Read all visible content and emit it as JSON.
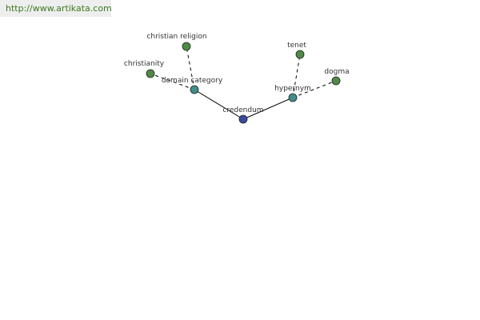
{
  "source_url": "http://www.artikata.com",
  "colors": {
    "root": "#3a4aa0",
    "relation": "#3f8f8a",
    "leaf": "#4f8a46",
    "edge": "#000000"
  },
  "graph": {
    "nodes": [
      {
        "id": "credendum",
        "label": "credendum",
        "kind": "root"
      },
      {
        "id": "domain_category",
        "label": "domain category",
        "kind": "relation"
      },
      {
        "id": "hypernym",
        "label": "hypernym",
        "kind": "relation"
      },
      {
        "id": "christian_religion",
        "label": "christian religion",
        "kind": "leaf"
      },
      {
        "id": "christianity",
        "label": "christianity",
        "kind": "leaf"
      },
      {
        "id": "tenet",
        "label": "tenet",
        "kind": "leaf"
      },
      {
        "id": "dogma",
        "label": "dogma",
        "kind": "leaf"
      }
    ],
    "edges": [
      {
        "from": "credendum",
        "to": "domain_category",
        "style": "solid"
      },
      {
        "from": "credendum",
        "to": "hypernym",
        "style": "solid"
      },
      {
        "from": "domain_category",
        "to": "christian_religion",
        "style": "dashed"
      },
      {
        "from": "domain_category",
        "to": "christianity",
        "style": "dashed"
      },
      {
        "from": "hypernym",
        "to": "tenet",
        "style": "dashed"
      },
      {
        "from": "hypernym",
        "to": "dogma",
        "style": "dashed"
      }
    ]
  }
}
